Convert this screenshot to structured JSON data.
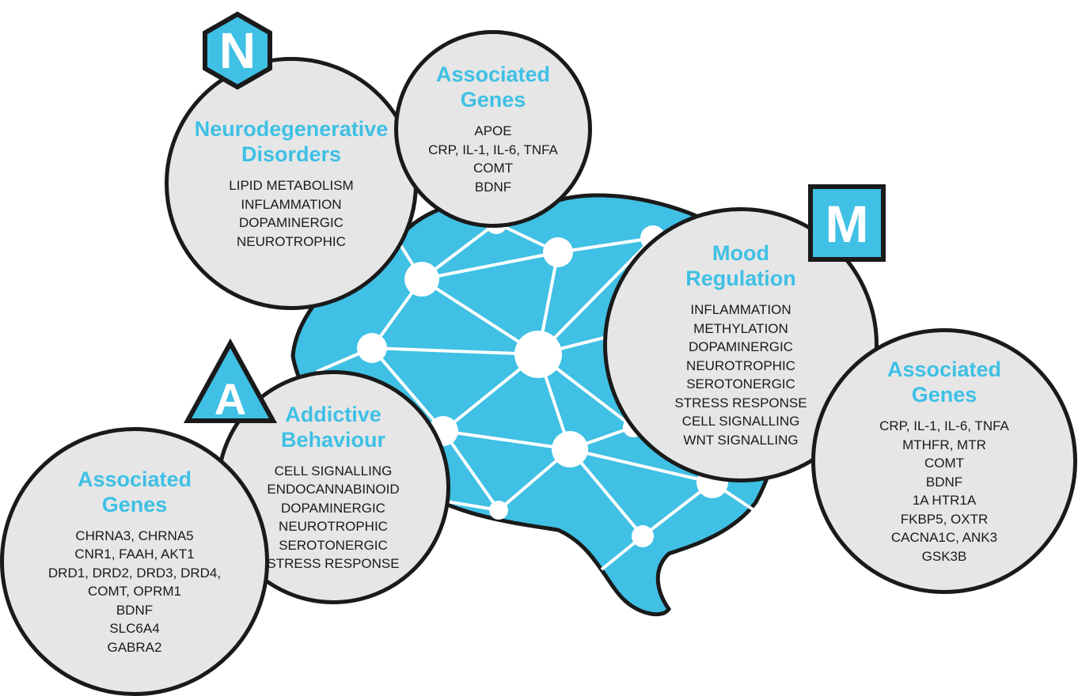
{
  "colors": {
    "accent": "#3fc0e4",
    "brain": "#3fc0e4",
    "outline": "#1a1a1a",
    "circle_fill": "#e6e6e7",
    "node": "#ffffff"
  },
  "badges": {
    "n": {
      "letter": "N",
      "shape": "hexagon"
    },
    "m": {
      "letter": "M",
      "shape": "square"
    },
    "a": {
      "letter": "A",
      "shape": "triangle"
    }
  },
  "neurodegenerative": {
    "title_line1": "Neurodegenerative",
    "title_line2": "Disorders",
    "items": [
      "LIPID METABOLISM",
      "INFLAMMATION",
      "DOPAMINERGIC",
      "NEUROTROPHIC"
    ]
  },
  "neuro_genes": {
    "title_line1": "Associated",
    "title_line2": "Genes",
    "items": [
      "APOE",
      "CRP, IL-1, IL-6, TNFA",
      "COMT",
      "BDNF"
    ]
  },
  "mood": {
    "title_line1": "Mood",
    "title_line2": "Regulation",
    "items": [
      "INFLAMMATION",
      "METHYLATION",
      "DOPAMINERGIC",
      "NEUROTROPHIC",
      "SEROTONERGIC",
      "STRESS RESPONSE",
      "CELL SIGNALLING",
      "WNT SIGNALLING"
    ]
  },
  "mood_genes": {
    "title_line1": "Associated",
    "title_line2": "Genes",
    "items": [
      "CRP, IL-1, IL-6, TNFA",
      "MTHFR, MTR",
      "COMT",
      "BDNF",
      "1A HTR1A",
      "FKBP5, OXTR",
      "CACNA1C, ANK3",
      "GSK3B"
    ]
  },
  "addictive": {
    "title_line1": "Addictive",
    "title_line2": "Behaviour",
    "items": [
      "CELL SIGNALLING",
      "ENDOCANNABINOID",
      "DOPAMINERGIC",
      "NEUROTROPHIC",
      "SEROTONERGIC",
      "STRESS RESPONSE"
    ]
  },
  "addictive_genes": {
    "title_line1": "Associated",
    "title_line2": "Genes",
    "items": [
      "CHRNA3, CHRNA5",
      "CNR1, FAAH, AKT1",
      "DRD1, DRD2, DRD3, DRD4,",
      "COMT, OPRM1",
      "BDNF",
      "SLC6A4",
      "GABRA2"
    ]
  }
}
